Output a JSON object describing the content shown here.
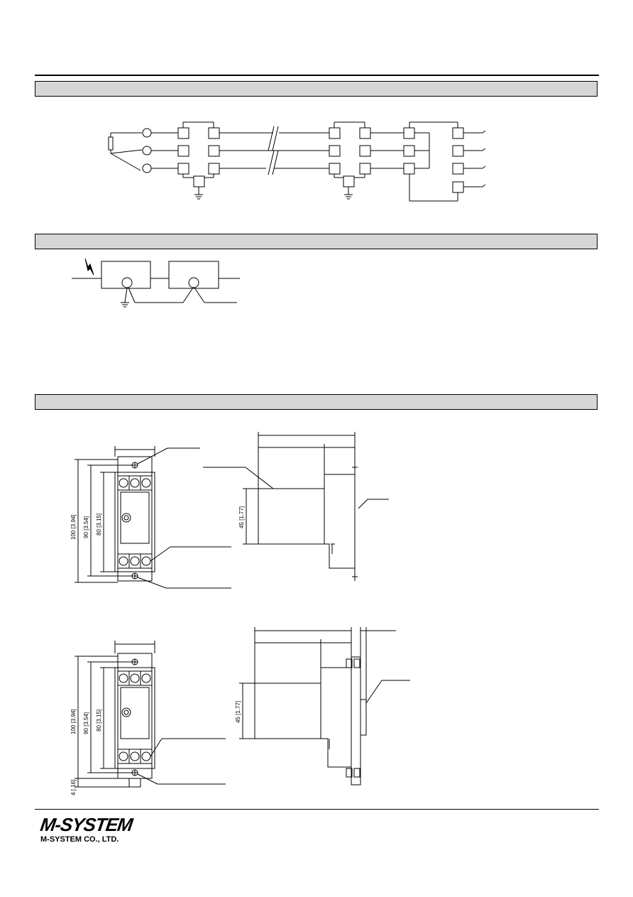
{
  "dimensions": {
    "d100": "100 [3.94]",
    "d90": "90 [3.54]",
    "d80": "80 [3.15]",
    "d45": "45 [1.77]",
    "d4": "4 [.16]"
  },
  "footer": {
    "logo_mark": "M-SYSTEM",
    "company": "M-SYSTEM CO., LTD."
  }
}
